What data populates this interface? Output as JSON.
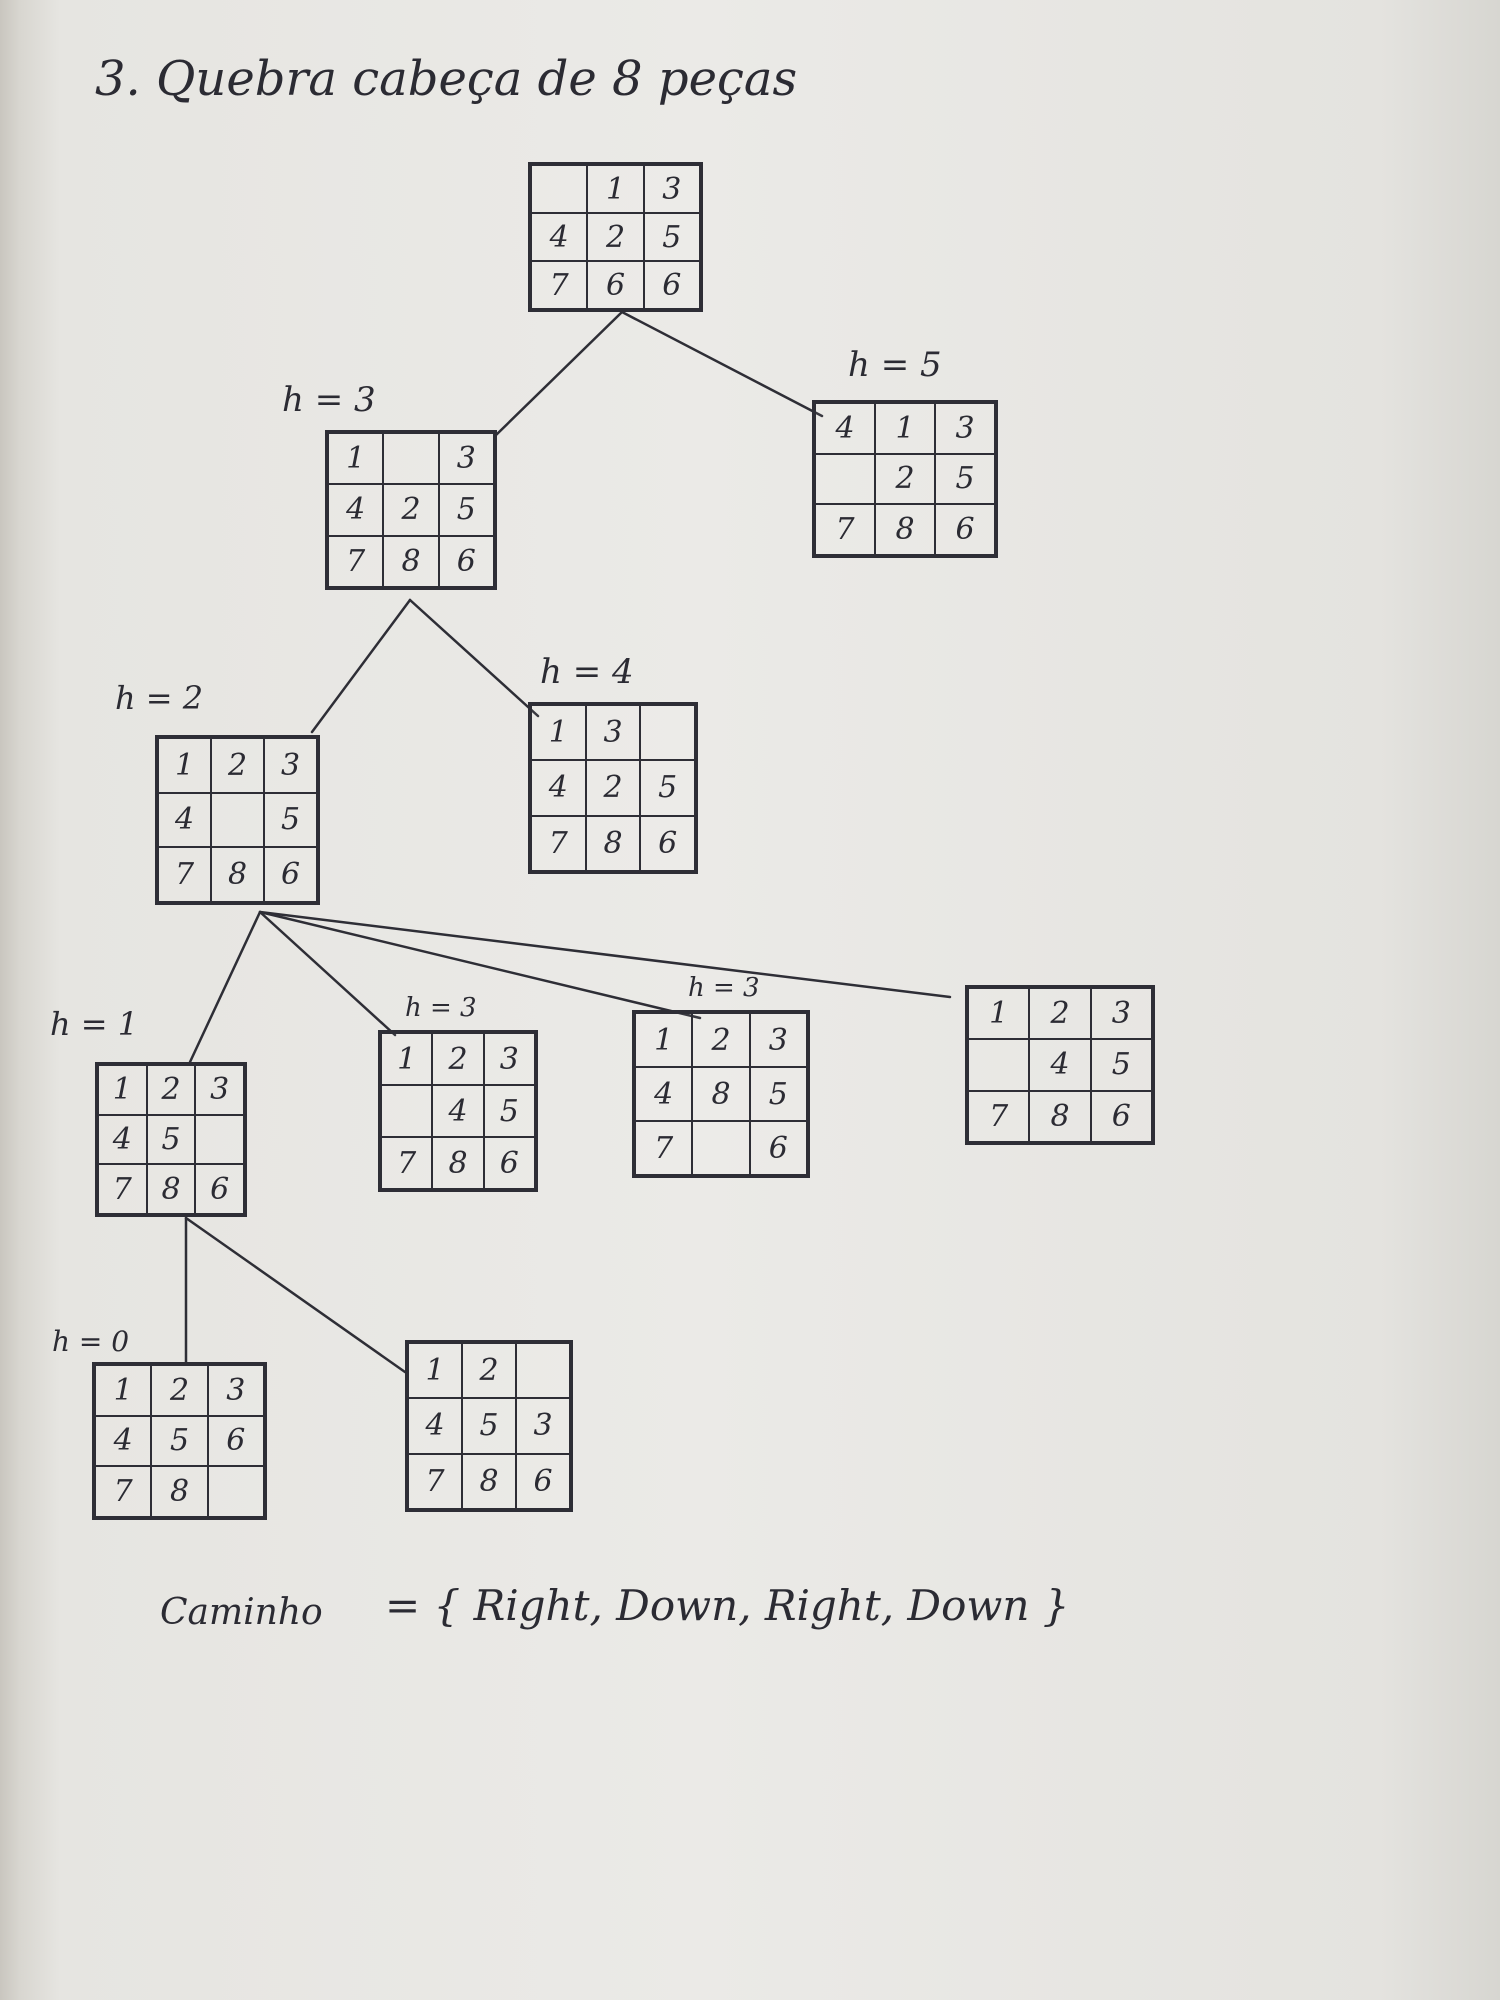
{
  "title": "3. Quebra cabeça de 8 peças",
  "path_label": "Caminho",
  "path_text": "= { Right, Down, Right, Down }",
  "nodes": [
    {
      "id": "root",
      "label": "",
      "cells": [
        "",
        "1",
        "3",
        "4",
        "2",
        "5",
        "7",
        "6",
        "6"
      ]
    },
    {
      "id": "n_h3",
      "label": "h = 3",
      "cells": [
        "1",
        "",
        "3",
        "4",
        "2",
        "5",
        "7",
        "8",
        "6"
      ]
    },
    {
      "id": "n_h5",
      "label": "h = 5",
      "cells": [
        "4",
        "1",
        "3",
        "",
        "2",
        "5",
        "7",
        "8",
        "6"
      ]
    },
    {
      "id": "n_h2",
      "label": "h = 2",
      "cells": [
        "1",
        "2",
        "3",
        "4",
        "",
        "5",
        "7",
        "8",
        "6"
      ]
    },
    {
      "id": "n_h4",
      "label": "h = 4",
      "cells": [
        "1",
        "3",
        "",
        "4",
        "2",
        "5",
        "7",
        "8",
        "6"
      ]
    },
    {
      "id": "n_h1",
      "label": "h = 1",
      "cells": [
        "1",
        "2",
        "3",
        "4",
        "5",
        "",
        "7",
        "8",
        "6"
      ]
    },
    {
      "id": "n_h3b",
      "label": "h = 3",
      "cells": [
        "1",
        "2",
        "3",
        "",
        "4",
        "5",
        "7",
        "8",
        "6"
      ]
    },
    {
      "id": "n_h3c",
      "label": "h = 3",
      "cells": [
        "1",
        "2",
        "3",
        "4",
        "8",
        "5",
        "7",
        "",
        "6"
      ]
    },
    {
      "id": "n_x",
      "label": "",
      "cells": [
        "1",
        "2",
        "3",
        "",
        "4",
        "5",
        "7",
        "8",
        "6"
      ]
    },
    {
      "id": "n_h0",
      "label": "h = 0",
      "cells": [
        "1",
        "2",
        "3",
        "4",
        "5",
        "6",
        "7",
        "8",
        ""
      ]
    },
    {
      "id": "n_last",
      "label": "",
      "cells": [
        "1",
        "2",
        "",
        "4",
        "5",
        "3",
        "7",
        "8",
        "6"
      ]
    }
  ],
  "edges": [
    [
      "root",
      "n_h3"
    ],
    [
      "root",
      "n_h5"
    ],
    [
      "n_h3",
      "n_h2"
    ],
    [
      "n_h3",
      "n_h4"
    ],
    [
      "n_h2",
      "n_h1"
    ],
    [
      "n_h2",
      "n_h3b"
    ],
    [
      "n_h2",
      "n_h3c"
    ],
    [
      "n_h2",
      "n_x"
    ],
    [
      "n_h1",
      "n_h0"
    ],
    [
      "n_h1",
      "n_last"
    ]
  ]
}
